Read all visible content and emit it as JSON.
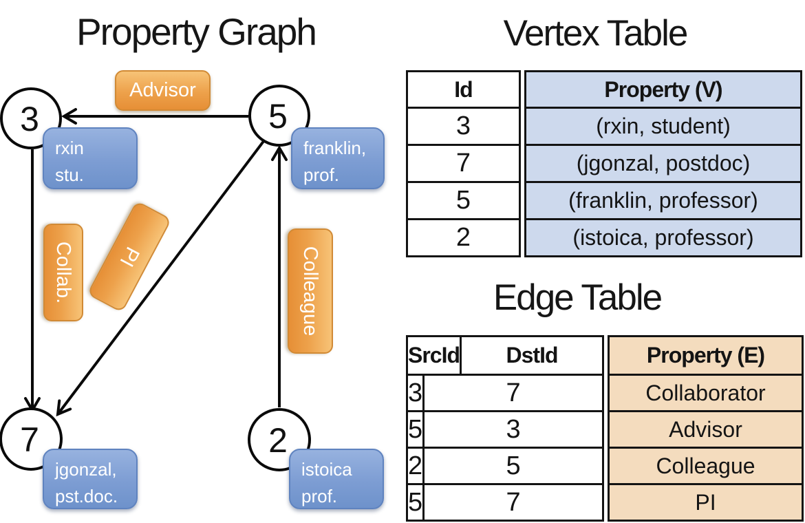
{
  "titles": {
    "graph": "Property Graph",
    "vertex": "Vertex Table",
    "edge": "Edge Table"
  },
  "graph": {
    "nodes": [
      {
        "id": "3",
        "property_lines": [
          "rxin",
          "stu."
        ]
      },
      {
        "id": "5",
        "property_lines": [
          "franklin,",
          "prof."
        ]
      },
      {
        "id": "7",
        "property_lines": [
          "jgonzal,",
          "pst.doc."
        ]
      },
      {
        "id": "2",
        "property_lines": [
          "istoica",
          "prof."
        ]
      }
    ],
    "edge_labels": {
      "advisor": "Advisor",
      "collab": "Collab.",
      "pi": "PI",
      "colleague": "Colleague"
    }
  },
  "vertex_table": {
    "headers": {
      "id": "Id",
      "property": "Property (V)"
    },
    "rows": [
      {
        "id": "3",
        "property": "(rxin, student)"
      },
      {
        "id": "7",
        "property": "(jgonzal, postdoc)"
      },
      {
        "id": "5",
        "property": "(franklin, professor)"
      },
      {
        "id": "2",
        "property": "(istoica, professor)"
      }
    ]
  },
  "edge_table": {
    "headers": {
      "src": "SrcId",
      "dst": "DstId",
      "property": "Property (E)"
    },
    "rows": [
      {
        "src": "3",
        "dst": "7",
        "property": "Collaborator"
      },
      {
        "src": "5",
        "dst": "3",
        "property": "Advisor"
      },
      {
        "src": "2",
        "dst": "5",
        "property": "Colleague"
      },
      {
        "src": "5",
        "dst": "7",
        "property": "PI"
      }
    ]
  },
  "colors": {
    "edge_label_fill": "#EFA24C",
    "vertex_box_fill": "#7D9DD3",
    "vertex_table_fill": "#CDD9ED",
    "edge_table_fill": "#F4DCBE",
    "line": "#0A0A0A"
  }
}
